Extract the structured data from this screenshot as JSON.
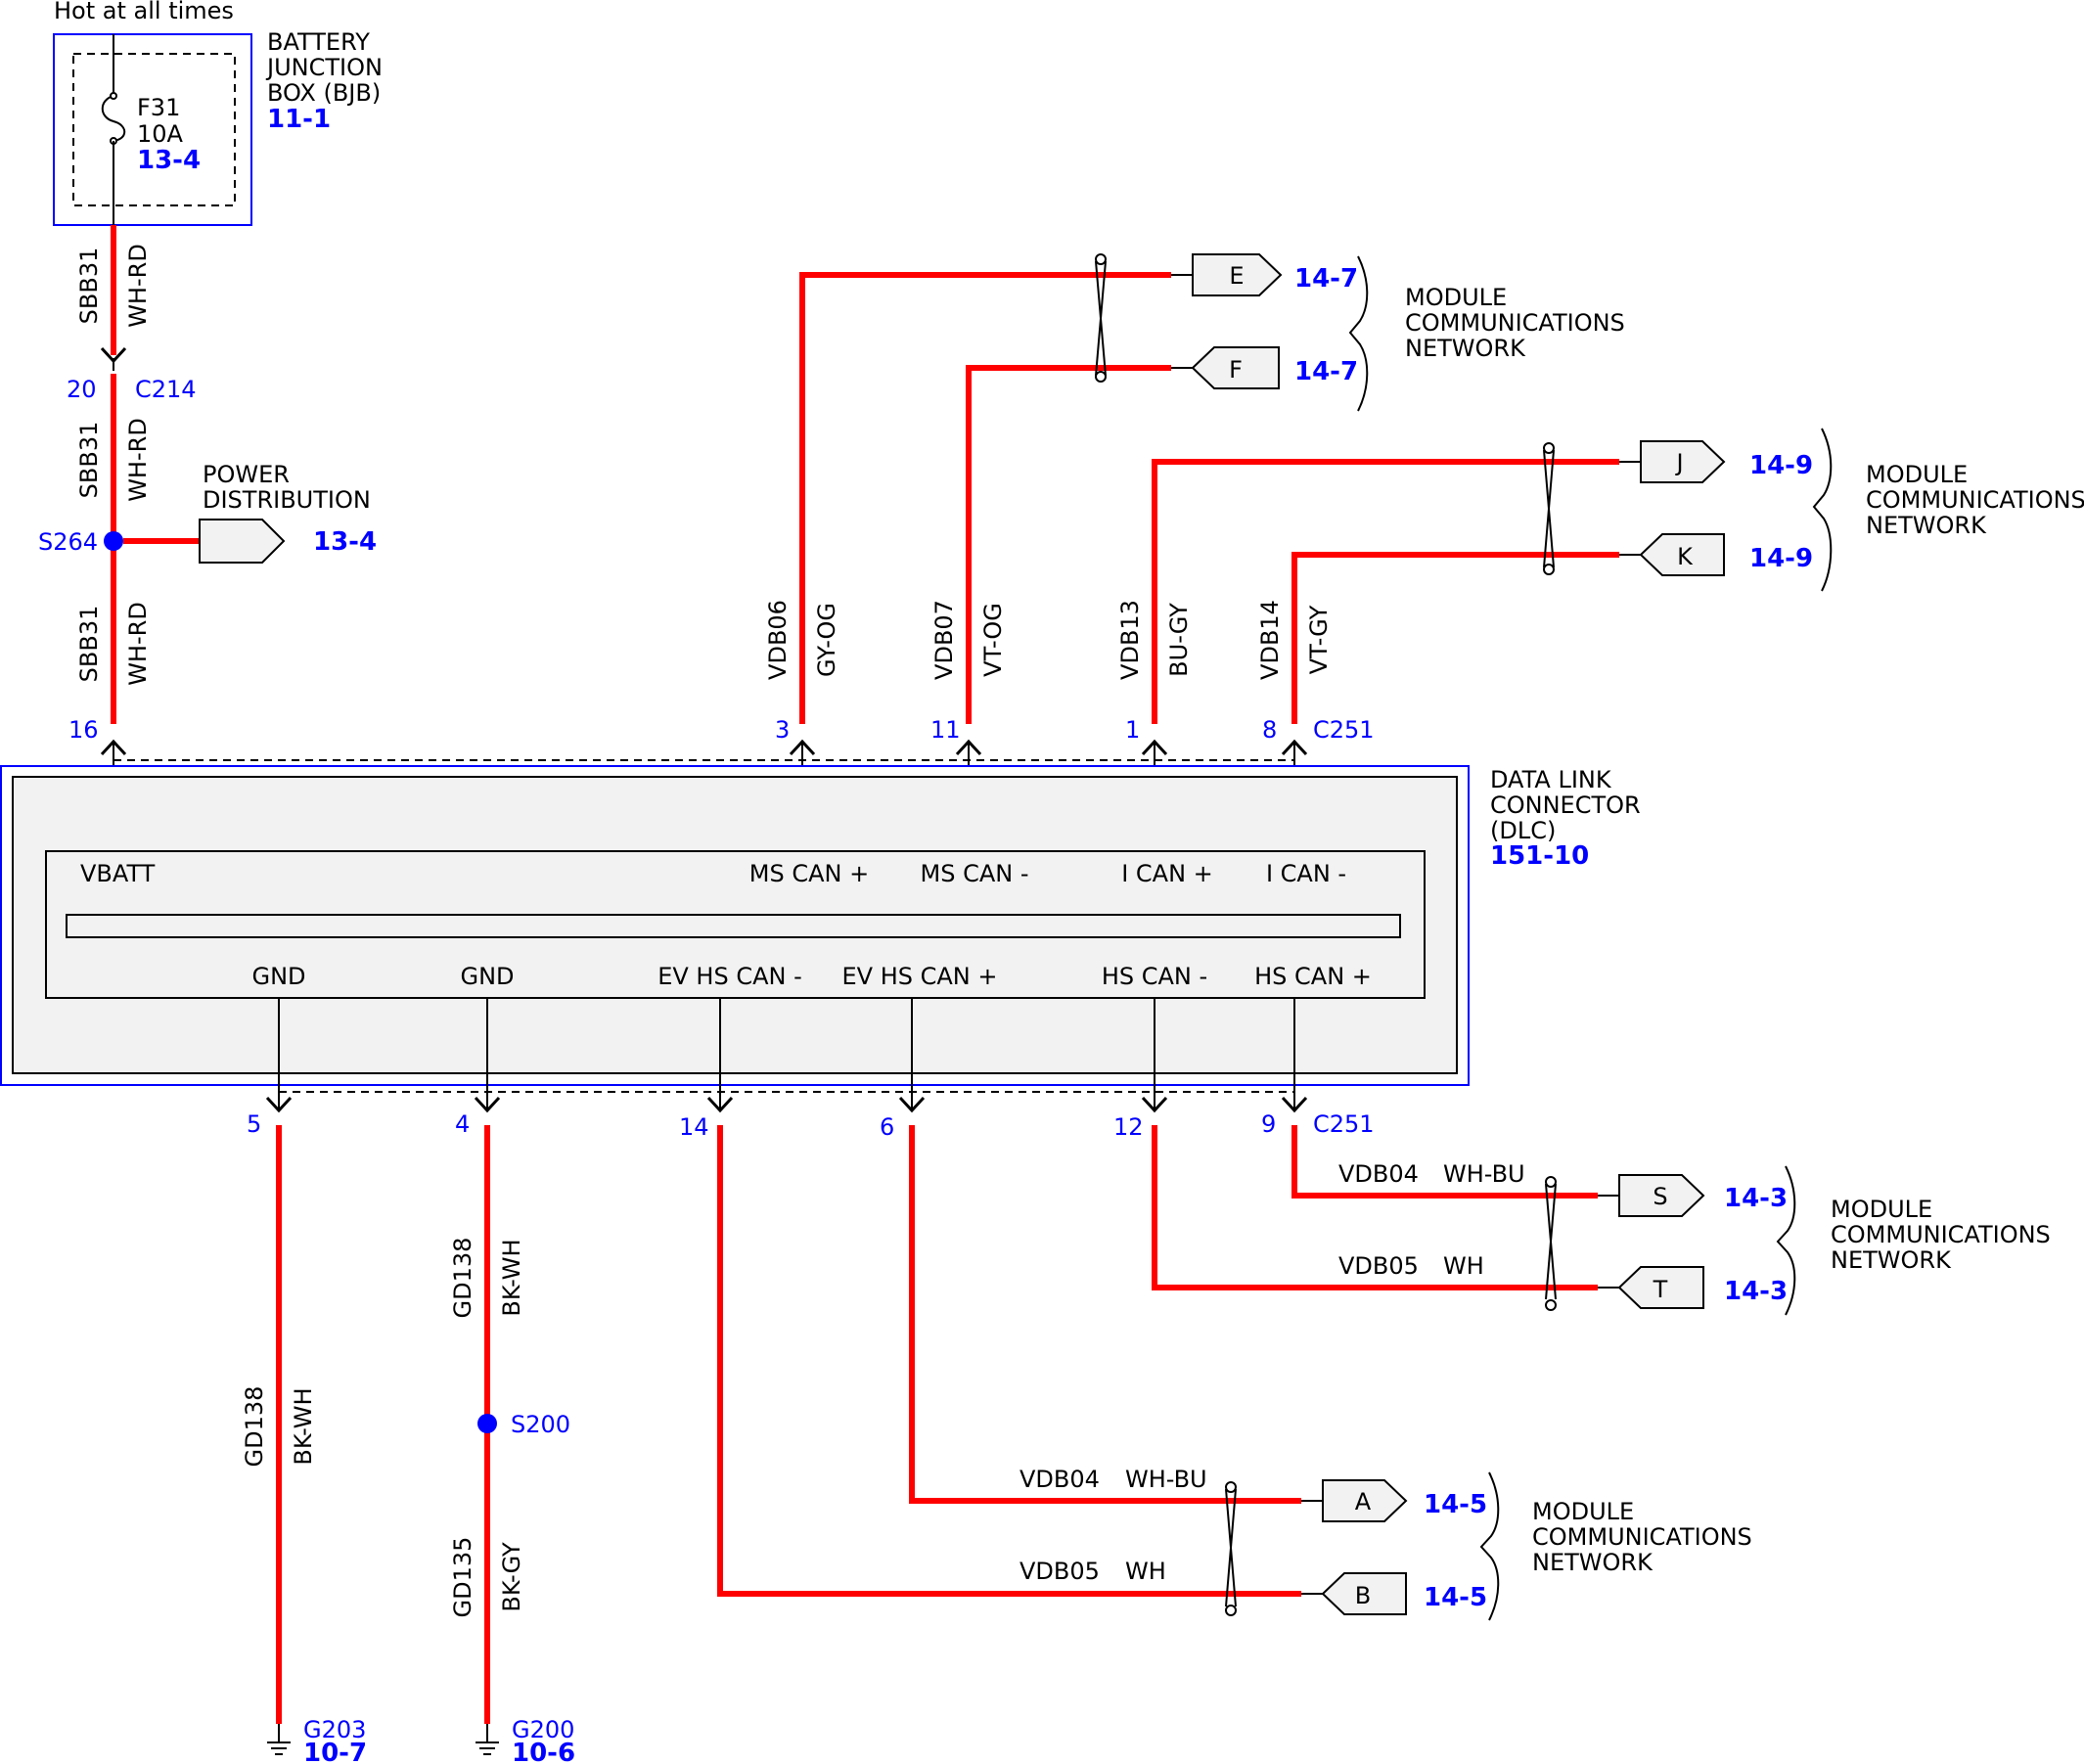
{
  "header": {
    "hot_label": "Hot at all times"
  },
  "bjb": {
    "line1": "BATTERY",
    "line2": "JUNCTION",
    "line3": "BOX (BJB)",
    "ref": "11-1",
    "fuse_id": "F31",
    "fuse_rating": "10A",
    "fuse_ref": "13-4"
  },
  "power_feed": {
    "circuit": "SBB31",
    "color": "WH-RD",
    "c214_pin": "20",
    "c214": "C214",
    "splice": "S264",
    "dist_line1": "POWER",
    "dist_line2": "DISTRIBUTION",
    "dist_ref": "13-4"
  },
  "dlc": {
    "line1": "DATA LINK",
    "line2": "CONNECTOR",
    "line3": "(DLC)",
    "ref": "151-10",
    "connector": "C251",
    "top_pins": [
      {
        "pin": "16",
        "label": "VBATT",
        "circuit": "SBB31",
        "color": "WH-RD"
      },
      {
        "pin": "3",
        "label": "MS CAN +",
        "circuit": "VDB06",
        "color": "GY-OG"
      },
      {
        "pin": "11",
        "label": "MS CAN -",
        "circuit": "VDB07",
        "color": "VT-OG"
      },
      {
        "pin": "1",
        "label": "I CAN +",
        "circuit": "VDB13",
        "color": "BU-GY"
      },
      {
        "pin": "8",
        "label": "I CAN -",
        "circuit": "VDB14",
        "color": "VT-GY"
      }
    ],
    "bottom_pins": [
      {
        "pin": "5",
        "label": "GND"
      },
      {
        "pin": "4",
        "label": "GND"
      },
      {
        "pin": "14",
        "label": "EV HS CAN -"
      },
      {
        "pin": "6",
        "label": "EV HS CAN +"
      },
      {
        "pin": "12",
        "label": "HS CAN -"
      },
      {
        "pin": "9",
        "label": "HS CAN +"
      }
    ]
  },
  "network": {
    "line1": "MODULE",
    "line2": "COMMUNICATIONS",
    "line3": "NETWORK"
  },
  "flags": [
    {
      "id": "E",
      "ref": "14-7"
    },
    {
      "id": "F",
      "ref": "14-7"
    },
    {
      "id": "J",
      "ref": "14-9"
    },
    {
      "id": "K",
      "ref": "14-9"
    },
    {
      "id": "S",
      "ref": "14-3"
    },
    {
      "id": "T",
      "ref": "14-3"
    },
    {
      "id": "A",
      "ref": "14-5"
    },
    {
      "id": "B",
      "ref": "14-5"
    }
  ],
  "hs_wires": [
    {
      "circuit": "VDB04",
      "color": "WH-BU"
    },
    {
      "circuit": "VDB05",
      "color": "WH"
    }
  ],
  "ev_wires": [
    {
      "circuit": "VDB04",
      "color": "WH-BU"
    },
    {
      "circuit": "VDB05",
      "color": "WH"
    }
  ],
  "grounds": {
    "left": {
      "circuit": "GD138",
      "color": "BK-WH",
      "point": "G203",
      "ref": "10-7"
    },
    "right_upper": {
      "circuit": "GD138",
      "color": "BK-WH"
    },
    "splice": "S200",
    "right_lower": {
      "circuit": "GD135",
      "color": "BK-GY",
      "point": "G200",
      "ref": "10-6"
    }
  },
  "colors": {
    "wire": "#ff0000",
    "link": "#0000ff",
    "box": "#f2f2f2"
  }
}
